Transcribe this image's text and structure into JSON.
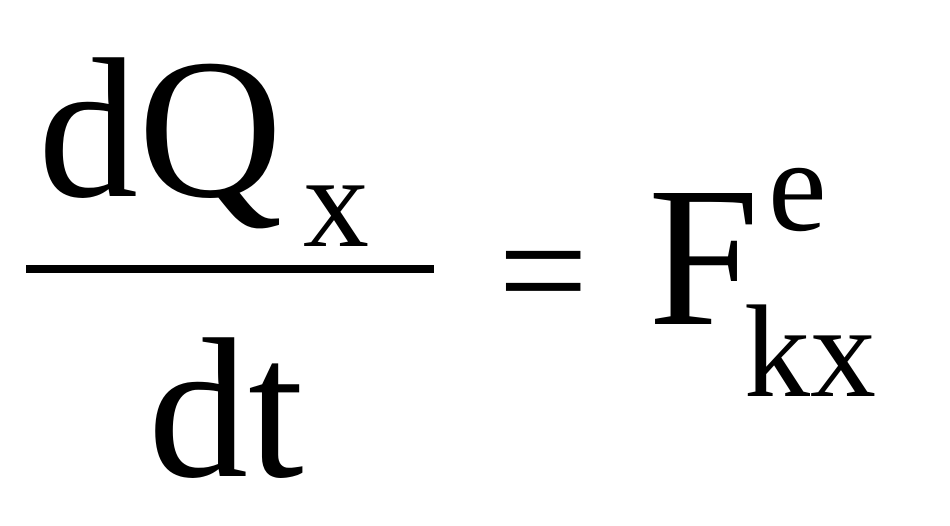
{
  "equation": {
    "numerator": {
      "main": "dQ",
      "subscript": "x"
    },
    "denominator": "dt",
    "operator": "=",
    "rhs": {
      "main": "F",
      "superscript": "e",
      "subscript": "kx"
    }
  }
}
